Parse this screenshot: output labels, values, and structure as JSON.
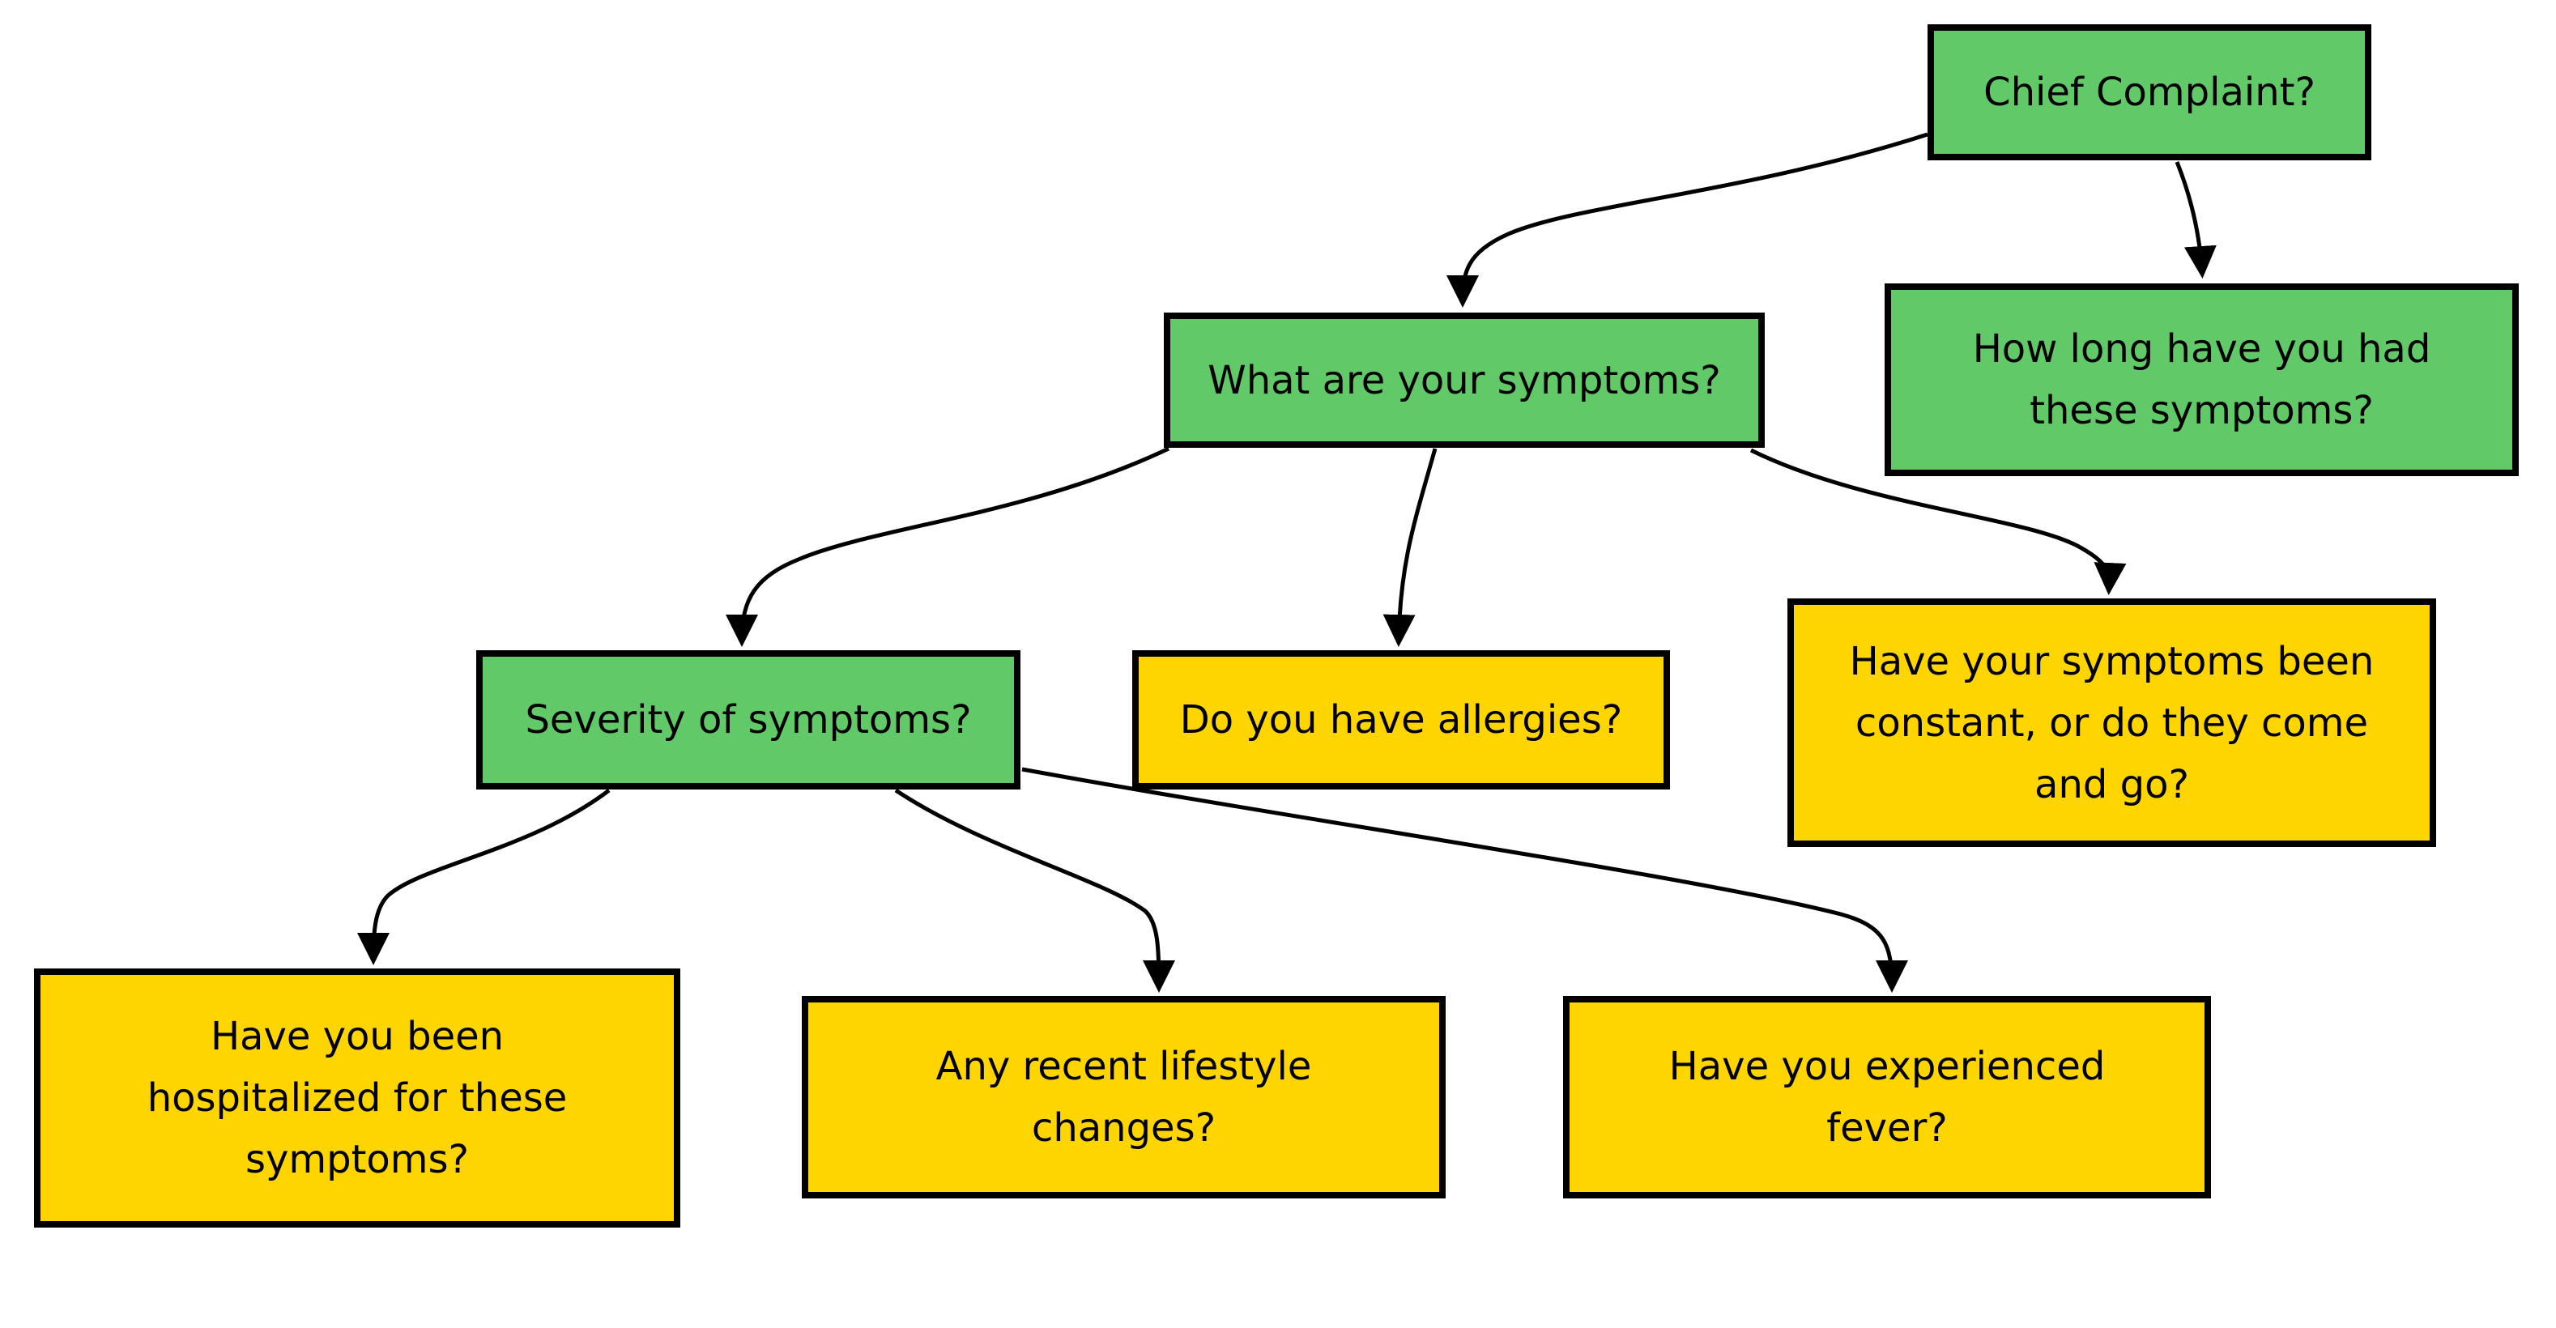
{
  "diagram": {
    "type": "flowchart",
    "colors": {
      "green": "#61c967",
      "yellow": "#ffd500",
      "border": "#000000",
      "text": "#000000",
      "edge": "#000000",
      "bg": "#ffffff"
    },
    "nodes": [
      {
        "id": "chief-complaint",
        "label": "Chief Complaint?",
        "color": "green"
      },
      {
        "id": "what-symptoms",
        "label": "What are your symptoms?",
        "color": "green"
      },
      {
        "id": "how-long",
        "label": "How long have you had\nthese symptoms?",
        "color": "green"
      },
      {
        "id": "severity",
        "label": "Severity of symptoms?",
        "color": "green"
      },
      {
        "id": "allergies",
        "label": "Do you have allergies?",
        "color": "yellow"
      },
      {
        "id": "constant-or-come-go",
        "label": "Have your symptoms been\nconstant, or do they come\nand go?",
        "color": "yellow"
      },
      {
        "id": "hospitalized",
        "label": "Have you been\nhospitalized for these\nsymptoms?",
        "color": "yellow"
      },
      {
        "id": "lifestyle-changes",
        "label": "Any recent lifestyle\nchanges?",
        "color": "yellow"
      },
      {
        "id": "experienced-fever",
        "label": "Have you experienced\nfever?",
        "color": "yellow"
      }
    ],
    "edges": [
      {
        "from": "chief-complaint",
        "to": "what-symptoms"
      },
      {
        "from": "chief-complaint",
        "to": "how-long"
      },
      {
        "from": "what-symptoms",
        "to": "severity"
      },
      {
        "from": "what-symptoms",
        "to": "allergies"
      },
      {
        "from": "what-symptoms",
        "to": "constant-or-come-go"
      },
      {
        "from": "severity",
        "to": "hospitalized"
      },
      {
        "from": "severity",
        "to": "lifestyle-changes"
      },
      {
        "from": "severity",
        "to": "experienced-fever"
      }
    ]
  }
}
